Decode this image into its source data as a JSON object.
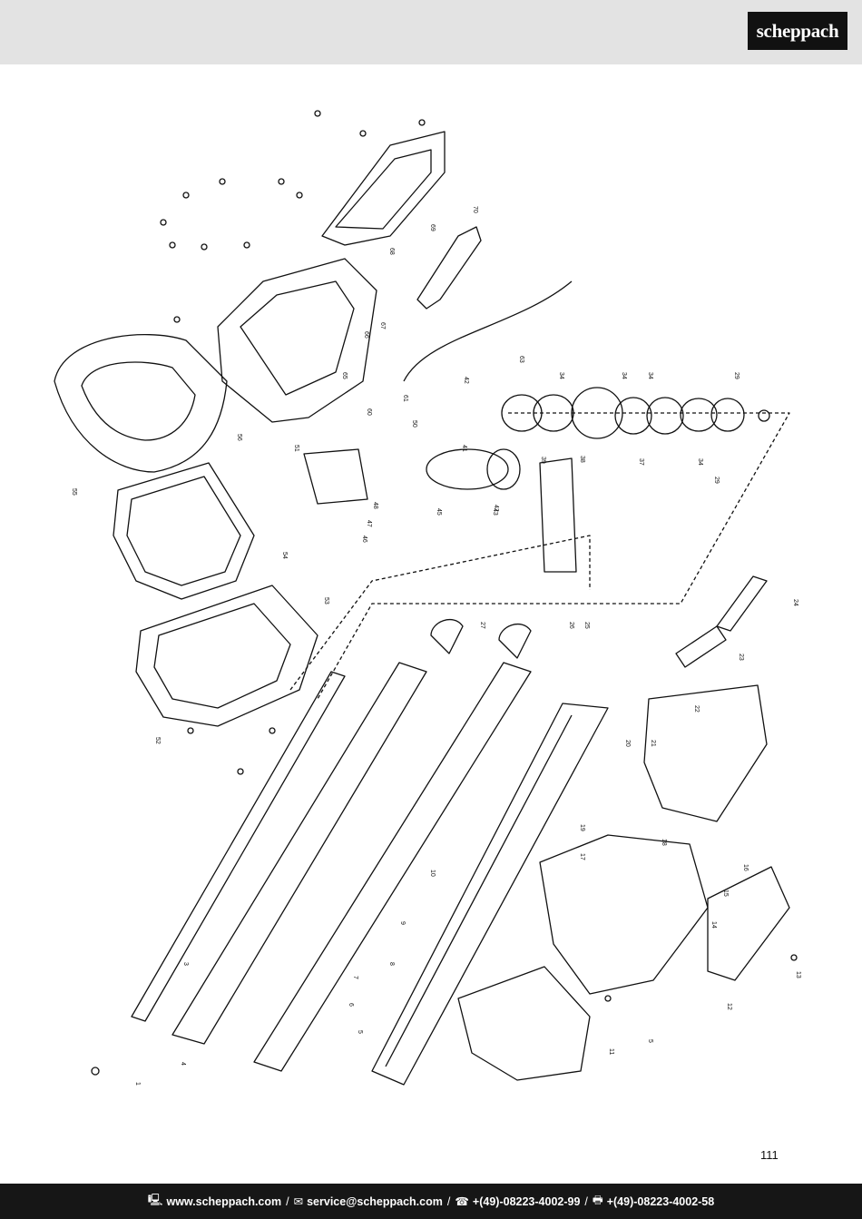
{
  "header": {
    "logo_text": "scheppach"
  },
  "diagram": {
    "part_numbers": [
      "1",
      "3",
      "4",
      "5",
      "5",
      "6",
      "7",
      "8",
      "9",
      "10",
      "11",
      "12",
      "13",
      "14",
      "15",
      "16",
      "17",
      "18",
      "19",
      "20",
      "21",
      "22",
      "23",
      "24",
      "25",
      "26",
      "27",
      "29",
      "29",
      "34",
      "34",
      "34",
      "34",
      "37",
      "38",
      "39",
      "41",
      "42",
      "42",
      "43",
      "45",
      "46",
      "47",
      "48",
      "50",
      "51",
      "52",
      "53",
      "54",
      "55",
      "56",
      "60",
      "61",
      "63",
      "65",
      "66",
      "67",
      "68",
      "69",
      "70"
    ]
  },
  "page": {
    "number": "111"
  },
  "footer": {
    "website": "www.scheppach.com",
    "email": "service@scheppach.com",
    "phone": "+(49)-08223-4002-99",
    "fax": "+(49)-08223-4002-58",
    "separator": "/"
  },
  "icons": [
    "computer-icon",
    "email-icon",
    "phone-icon",
    "fax-icon"
  ]
}
